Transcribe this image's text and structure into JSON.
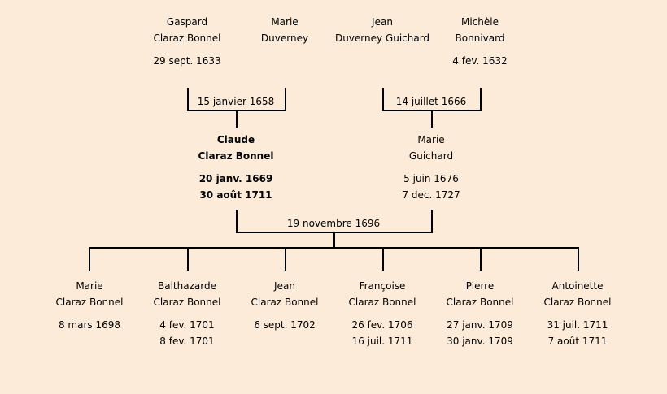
{
  "grandparents": [
    {
      "first": "Gaspard",
      "last": "Claraz Bonnel",
      "date1": "29 sept. 1633",
      "date2": ""
    },
    {
      "first": "Marie",
      "last": "Duverney",
      "date1": "",
      "date2": ""
    },
    {
      "first": "Jean",
      "last": "Duverney Guichard",
      "date1": "",
      "date2": ""
    },
    {
      "first": "Michèle",
      "last": "Bonnivard",
      "date1": "4 fev. 1632",
      "date2": ""
    }
  ],
  "marriages": {
    "left": "15 janvier 1658",
    "right": "14 juillet 1666",
    "main": "19 novembre 1696"
  },
  "parents": [
    {
      "first": "Claude",
      "last": "Claraz Bonnel",
      "date1": "20 janv. 1669",
      "date2": "30 août 1711",
      "bold": true
    },
    {
      "first": "Marie",
      "last": "Guichard",
      "date1": "5 juin 1676",
      "date2": "7 dec. 1727",
      "bold": false
    }
  ],
  "children": [
    {
      "first": "Marie",
      "last": "Claraz Bonnel",
      "date1": "8 mars 1698",
      "date2": ""
    },
    {
      "first": "Balthazarde",
      "last": "Claraz Bonnel",
      "date1": "4 fev. 1701",
      "date2": "8 fev. 1701"
    },
    {
      "first": "Jean",
      "last": "Claraz Bonnel",
      "date1": "6 sept. 1702",
      "date2": ""
    },
    {
      "first": "Françoise",
      "last": "Claraz Bonnel",
      "date1": "26 fev. 1706",
      "date2": "16 juil. 1711"
    },
    {
      "first": "Pierre",
      "last": "Claraz Bonnel",
      "date1": "27 janv. 1709",
      "date2": "30 janv. 1709"
    },
    {
      "first": "Antoinette",
      "last": "Claraz Bonnel",
      "date1": "31 juil. 1711",
      "date2": "7 août 1711"
    }
  ]
}
